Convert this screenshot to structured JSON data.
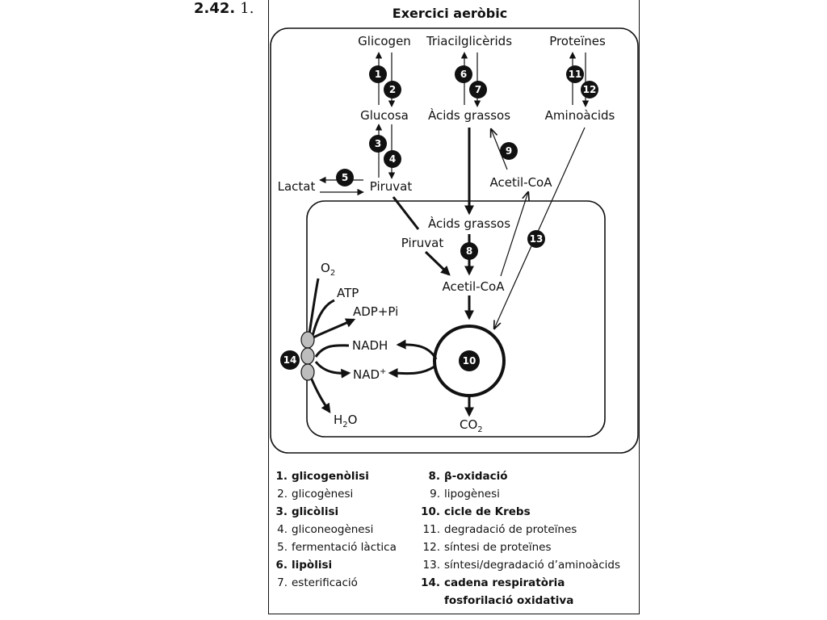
{
  "problem": {
    "number": "2.42.",
    "subitem": "1."
  },
  "diagram": {
    "title": "Exercici aeròbic",
    "nodes": {
      "glicogen": "Glicogen",
      "triacilglicerids": "Triacilglicèrids",
      "proteines": "Proteïnes",
      "glucosa": "Glucosa",
      "acids_grassos_top": "Àcids grassos",
      "aminoacids": "Aminoàcids",
      "lactat": "Lactat",
      "piruvat_top": "Piruvat",
      "acetil_coa_top": "Acetil-CoA",
      "acids_grassos_mito": "Àcids grassos",
      "piruvat_mito": "Piruvat",
      "acetil_coa_mito": "Acetil-CoA",
      "o2": "O",
      "o2_sub": "2",
      "atp": "ATP",
      "adp_pi": "ADP+Pi",
      "nadh": "NADH",
      "nad": "NAD",
      "nad_sup": "+",
      "h2o_h": "H",
      "h2o_sub": "2",
      "h2o_o": "O",
      "co2": "CO",
      "co2_sub": "2"
    },
    "markers": [
      "1",
      "2",
      "3",
      "4",
      "5",
      "6",
      "7",
      "8",
      "9",
      "10",
      "11",
      "12",
      "13",
      "14"
    ]
  },
  "legend": {
    "left": [
      {
        "num": "1.",
        "text": "glicogenòlisi",
        "bold": true
      },
      {
        "num": "2.",
        "text": "glicogènesi",
        "bold": false
      },
      {
        "num": "3.",
        "text": "glicòlisi",
        "bold": true
      },
      {
        "num": "4.",
        "text": "gliconeogènesi",
        "bold": false
      },
      {
        "num": "5.",
        "text": "fermentació làctica",
        "bold": false
      },
      {
        "num": "6.",
        "text": "lipòlisi",
        "bold": true
      },
      {
        "num": "7.",
        "text": "esterificació",
        "bold": false
      }
    ],
    "right": [
      {
        "num": "8.",
        "text": "β-oxidació",
        "bold": true
      },
      {
        "num": "9.",
        "text": "lipogènesi",
        "bold": false
      },
      {
        "num": "10.",
        "text": "cicle de Krebs",
        "bold": true
      },
      {
        "num": "11.",
        "text": "degradació de proteïnes",
        "bold": false
      },
      {
        "num": "12.",
        "text": "síntesi de proteïnes",
        "bold": false
      },
      {
        "num": "13.",
        "text": "síntesi/degradació d’aminoàcids",
        "bold": false
      },
      {
        "num": "14.",
        "text": "cadena respiratòria",
        "bold": true
      },
      {
        "num": "",
        "text": "fosforilació oxidativa",
        "bold": true
      }
    ]
  }
}
